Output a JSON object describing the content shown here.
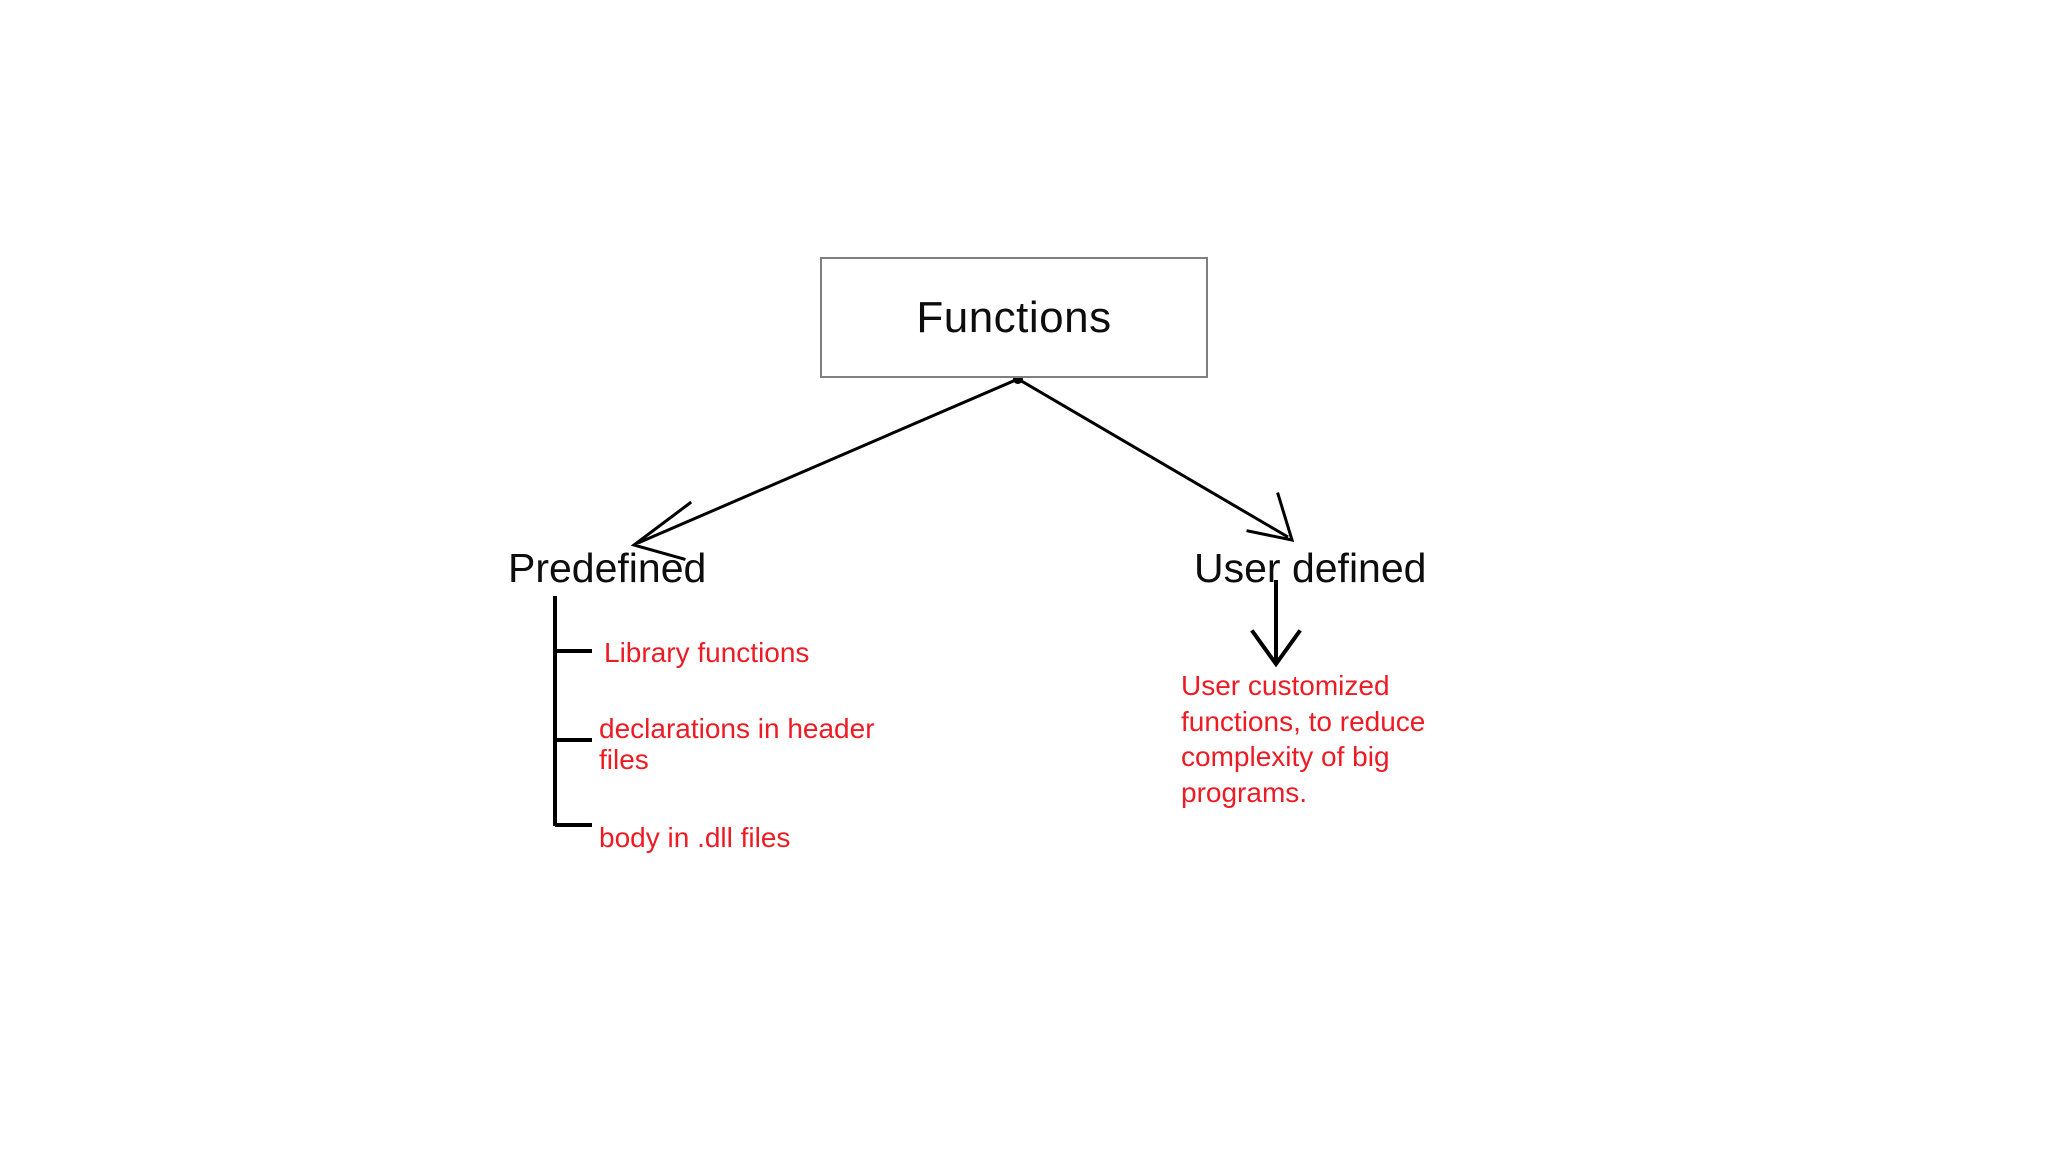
{
  "diagram": {
    "type": "tree-diagram",
    "title": "Functions classification tree",
    "background_color": "#ffffff",
    "root": {
      "label": "Functions",
      "text_color": "#0d0d0d",
      "border_color": "#7f7f7f"
    },
    "branches": [
      {
        "label": "Predefined",
        "text_color": "#0d0d0d",
        "accent_color": "#ED1B24",
        "items": [
          "Library functions",
          "declarations in header files",
          "body in .dll files"
        ]
      },
      {
        "label": "User defined",
        "text_color": "#0d0d0d",
        "accent_color": "#ED1B24",
        "description": "User customized functions, to reduce complexity of big programs."
      }
    ],
    "connectors": {
      "left_arrow": "diagonal-arrow-down-left",
      "right_arrow": "diagonal-arrow-down-right",
      "user_defined_arrow": "arrow-down",
      "predefined_tree": "bracket-tree"
    }
  }
}
